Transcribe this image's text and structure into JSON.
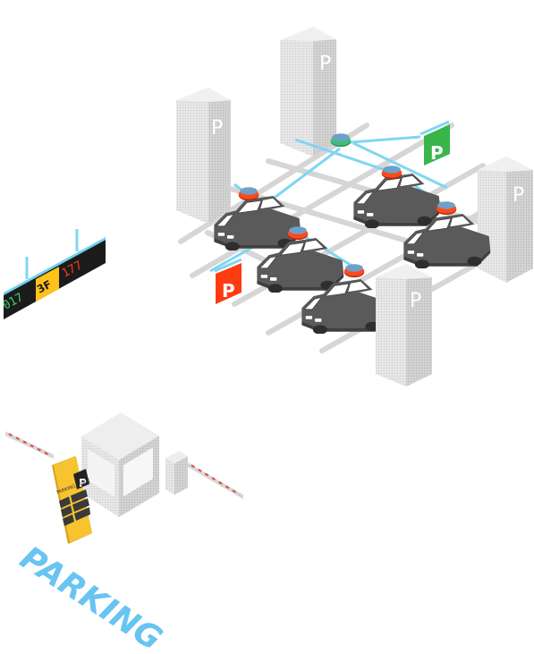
{
  "pillar_label": "P",
  "parking_sign_label": "P",
  "floor_display": {
    "left_count": "017",
    "floor": "3F",
    "right_count": "177"
  },
  "kiosk": {
    "logo": "P",
    "header": "PARKING GUIDE"
  },
  "parking_word": "PARKING",
  "colors": {
    "wire": "#7fd6f2",
    "sensor_occupied": "#ff4a1a",
    "sensor_vacant": "#3fbf76",
    "sign_vacant": "#39b54a",
    "sign_full": "#ff3b12",
    "kiosk": "#f7c32e",
    "parking_word": "#68c4f2"
  }
}
